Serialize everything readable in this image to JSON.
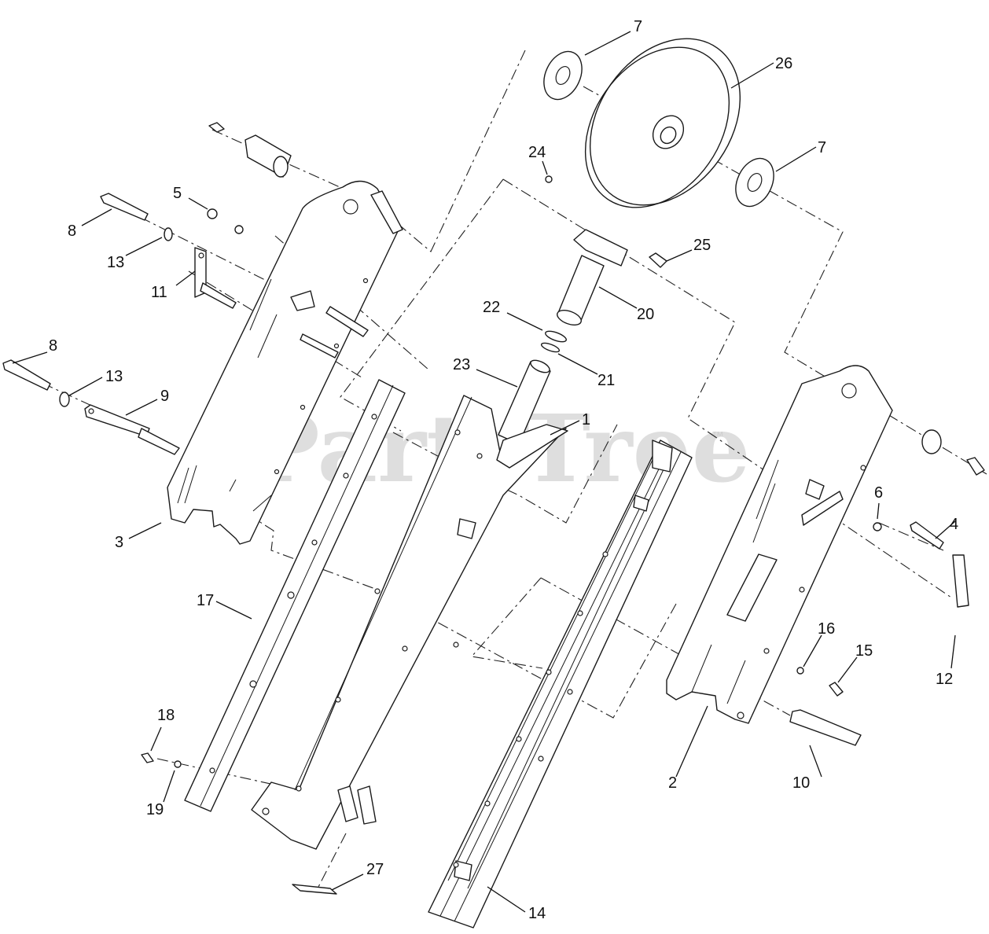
{
  "watermark": {
    "text": "PartsTree",
    "trademark": "™"
  },
  "callouts": [
    {
      "id": "c1",
      "label": "1"
    },
    {
      "id": "c2",
      "label": "2"
    },
    {
      "id": "c3",
      "label": "3"
    },
    {
      "id": "c4",
      "label": "4"
    },
    {
      "id": "c5",
      "label": "5"
    },
    {
      "id": "c6",
      "label": "6"
    },
    {
      "id": "c7a",
      "label": "7"
    },
    {
      "id": "c7b",
      "label": "7"
    },
    {
      "id": "c8a",
      "label": "8"
    },
    {
      "id": "c8b",
      "label": "8"
    },
    {
      "id": "c9",
      "label": "9"
    },
    {
      "id": "c10",
      "label": "10"
    },
    {
      "id": "c11",
      "label": "11"
    },
    {
      "id": "c12",
      "label": "12"
    },
    {
      "id": "c13a",
      "label": "13"
    },
    {
      "id": "c13b",
      "label": "13"
    },
    {
      "id": "c14",
      "label": "14"
    },
    {
      "id": "c15",
      "label": "15"
    },
    {
      "id": "c16",
      "label": "16"
    },
    {
      "id": "c17",
      "label": "17"
    },
    {
      "id": "c18",
      "label": "18"
    },
    {
      "id": "c19",
      "label": "19"
    },
    {
      "id": "c20",
      "label": "20"
    },
    {
      "id": "c21",
      "label": "21"
    },
    {
      "id": "c22",
      "label": "22"
    },
    {
      "id": "c23",
      "label": "23"
    },
    {
      "id": "c24",
      "label": "24"
    },
    {
      "id": "c25",
      "label": "25"
    },
    {
      "id": "c26",
      "label": "26"
    },
    {
      "id": "c27",
      "label": "27"
    }
  ]
}
